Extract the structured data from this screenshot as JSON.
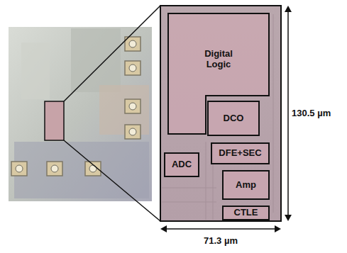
{
  "diagram": {
    "nodes": [
      {
        "text": [
          "Digital Logic"
        ]
      },
      {
        "text": [
          "DCO"
        ]
      },
      {
        "text": [
          "DFE+SEC"
        ]
      },
      {
        "text": [
          "ADC"
        ]
      },
      {
        "text": [
          "Amp"
        ]
      },
      {
        "text": [
          "CTLE"
        ]
      }
    ],
    "labels": [
      "130.5 µm",
      "71.3 µm"
    ]
  }
}
